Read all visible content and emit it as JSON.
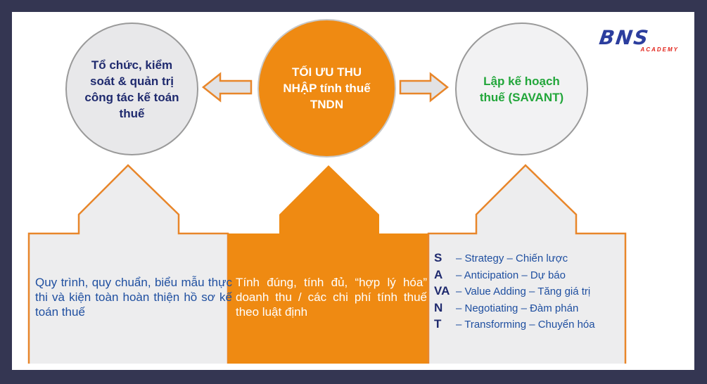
{
  "circles": {
    "left": "Tổ chức, kiểm soát & quản trị công tác kế toán thuế",
    "middle": "TỐI ƯU THU NHẬP tính thuế TNDN",
    "right": "Lập kế hoạch thuế (SAVANT)"
  },
  "boxes": {
    "left": "Quy trình, quy chuẩn, biểu mẫu thực thi và kiện toàn hoàn thiện hồ sơ kế toán thuế",
    "middle": "Tính đúng, tính đủ, “hợp lý hóa” doanh thu / các chi phí tính thuế theo luật định"
  },
  "savant": [
    {
      "letter": "S",
      "text": "– Strategy – Chiến lược"
    },
    {
      "letter": "A",
      "text": "– Anticipation – Dự báo"
    },
    {
      "letter": "VA",
      "text": "– Value Adding – Tăng giá trị"
    },
    {
      "letter": "N",
      "text": "– Negotiating – Đàm phán"
    },
    {
      "letter": "T",
      "text": "– Transforming – Chuyển hóa"
    }
  ],
  "logo": {
    "main": "BNS",
    "sub": "ACADEMY"
  },
  "colors": {
    "frame": "#343652",
    "orange": "#ef8a12",
    "navy": "#1f2a6e",
    "blue_text": "#1f4fa0",
    "green": "#22a63a",
    "logo_red": "#e2231a"
  }
}
